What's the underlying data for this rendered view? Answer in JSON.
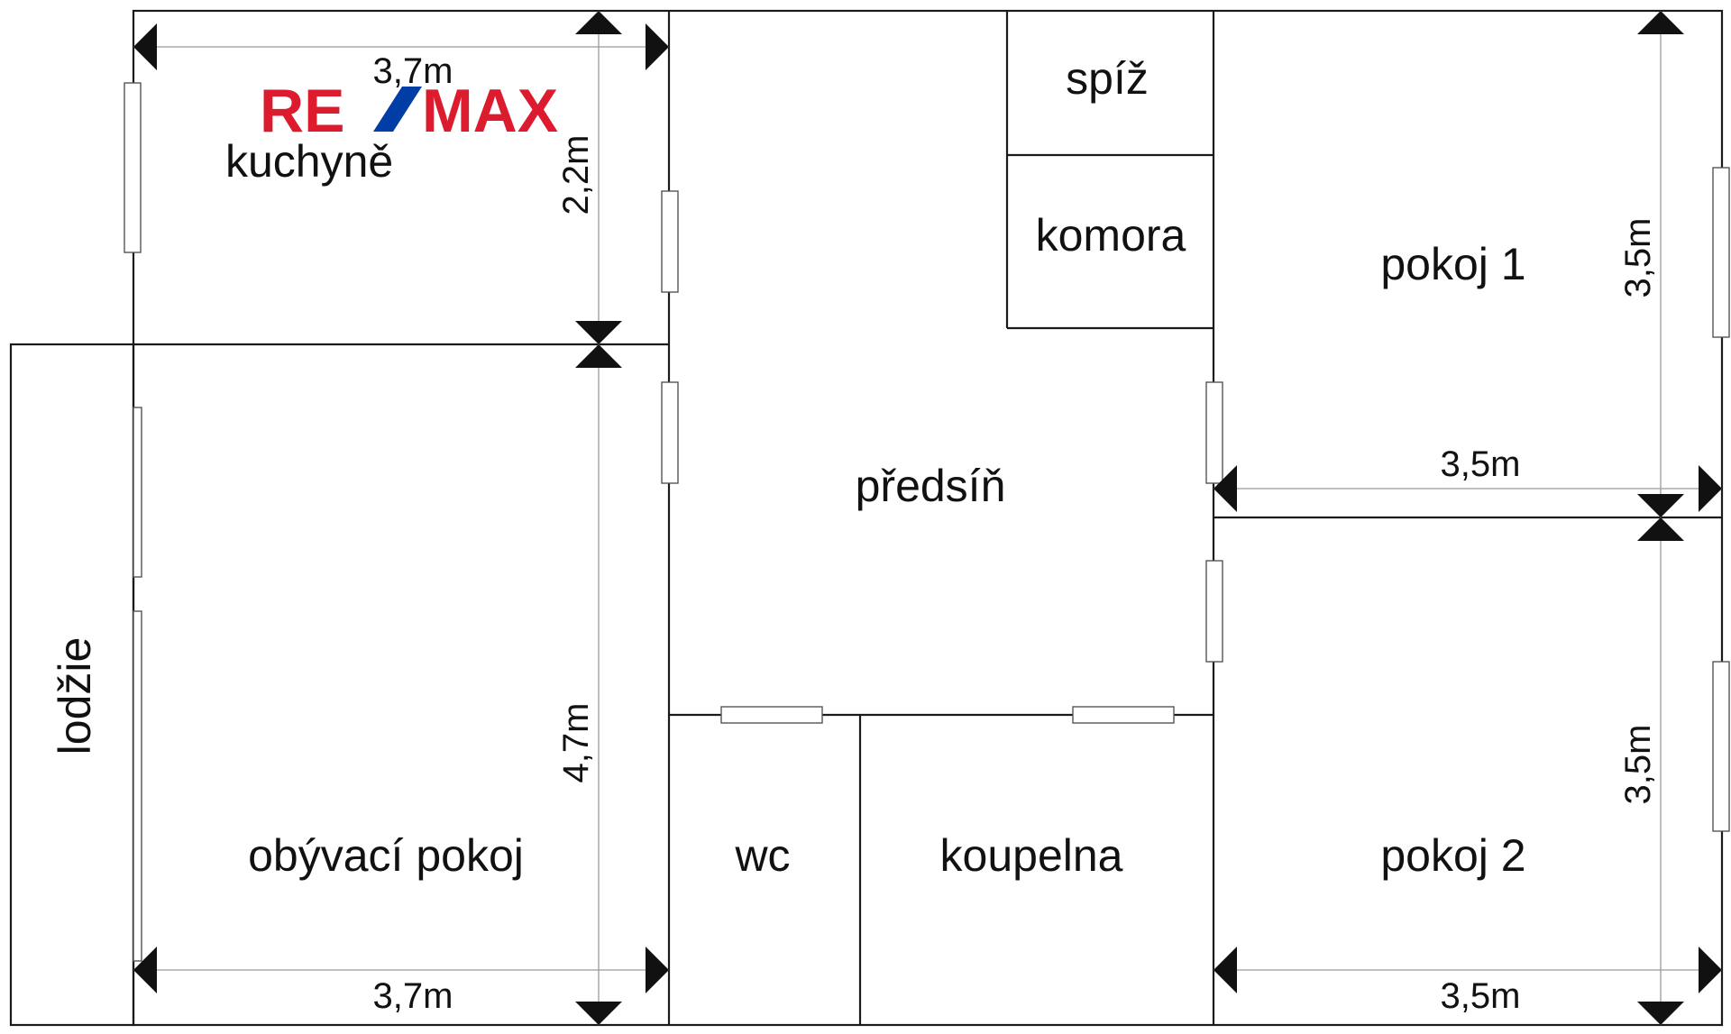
{
  "rooms": {
    "kuchyne": "kuchyně",
    "spiz": "spíž",
    "komora": "komora",
    "pokoj1": "pokoj 1",
    "predsin": "předsíň",
    "lodzie": "lodžie",
    "obyvaci": "obývací pokoj",
    "wc": "wc",
    "koupelna": "koupelna",
    "pokoj2": "pokoj 2"
  },
  "dimensions": {
    "kitchen_width": "3,7m",
    "kitchen_height": "2,2m",
    "living_height": "4,7m",
    "living_width": "3,7m",
    "room1_height": "3,5m",
    "room1_width": "3,5m",
    "room2_height": "3,5m",
    "room2_width": "3,5m"
  },
  "logo": {
    "text_left": "RE",
    "text_right": "MAX",
    "color_red": "#dc1c2e",
    "color_blue": "#003da5"
  }
}
